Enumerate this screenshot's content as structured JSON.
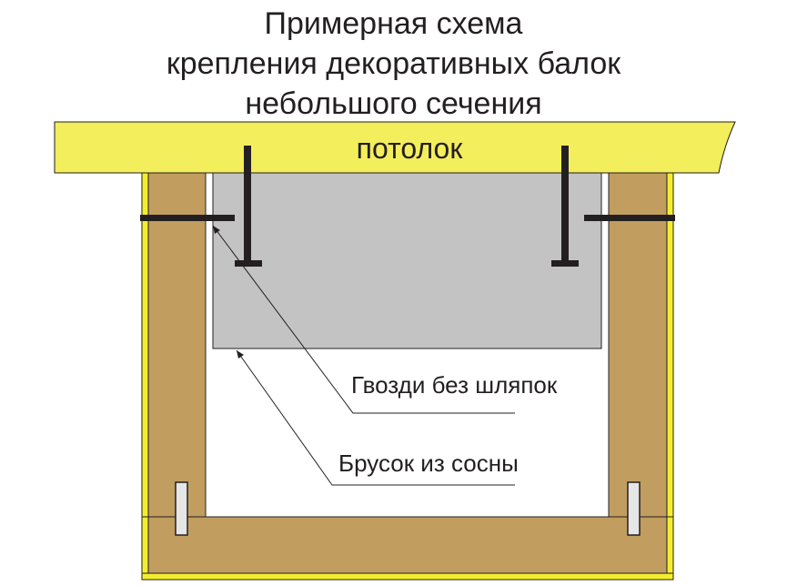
{
  "title": {
    "line1": "Примерная схема",
    "line2": "крепления декоративных балок",
    "line3": "небольшого сечения"
  },
  "labels": {
    "ceiling": "потолок",
    "nails": "Гвозди без шляпок",
    "pine_bar": "Брусок из сосны"
  },
  "colors": {
    "ceiling": "#f3ee5b",
    "wood": "#c19d60",
    "facing_edge": "#f3ee2e",
    "pine_bar": "#c3c3c3",
    "nail": "#231f20",
    "background": "#ffffff"
  }
}
